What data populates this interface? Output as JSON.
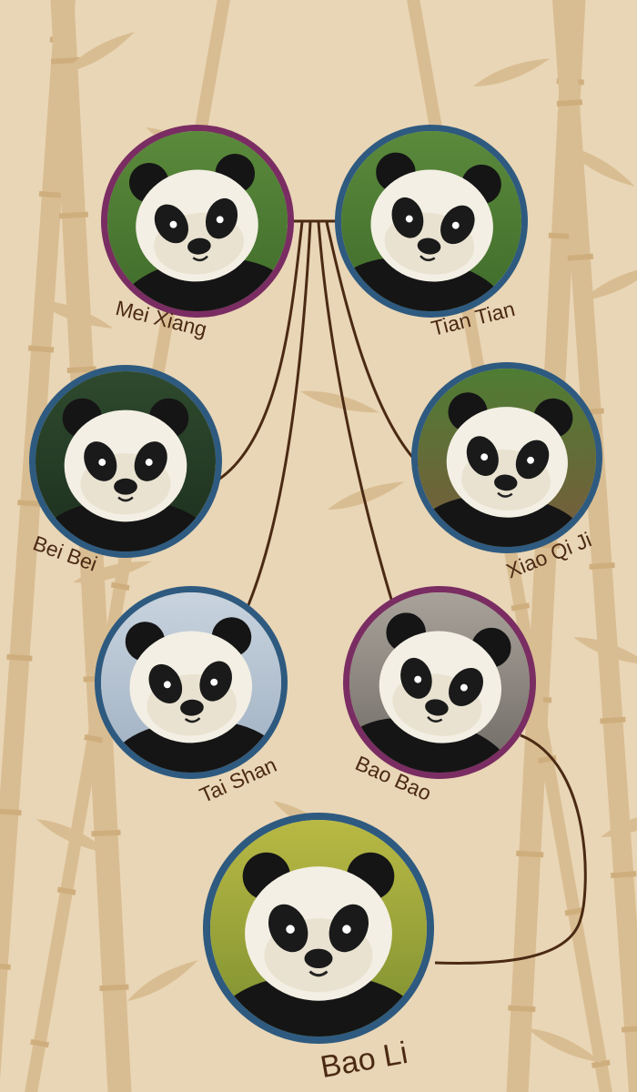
{
  "colors": {
    "background": "#e9d6b6",
    "bamboo": "#d9bd92",
    "line": "#4b2a14",
    "female_ring": "#7a2d62",
    "male_ring": "#2e5a80",
    "label": "#4b2a14"
  },
  "pandas": [
    {
      "name": "Mei Xiang",
      "ring": "female",
      "photo_bg": "green-foliage"
    },
    {
      "name": "Tian Tian",
      "ring": "male",
      "photo_bg": "green-foliage"
    },
    {
      "name": "Bei Bei",
      "ring": "male",
      "photo_bg": "dark-green"
    },
    {
      "name": "Xiao Qi Ji",
      "ring": "male",
      "photo_bg": "green-grass"
    },
    {
      "name": "Tai Shan",
      "ring": "male",
      "photo_bg": "pale-blue-snow"
    },
    {
      "name": "Bao Bao",
      "ring": "female",
      "photo_bg": "grey-rock"
    },
    {
      "name": "Bao Li",
      "ring": "male",
      "photo_bg": "yellow-green"
    }
  ]
}
